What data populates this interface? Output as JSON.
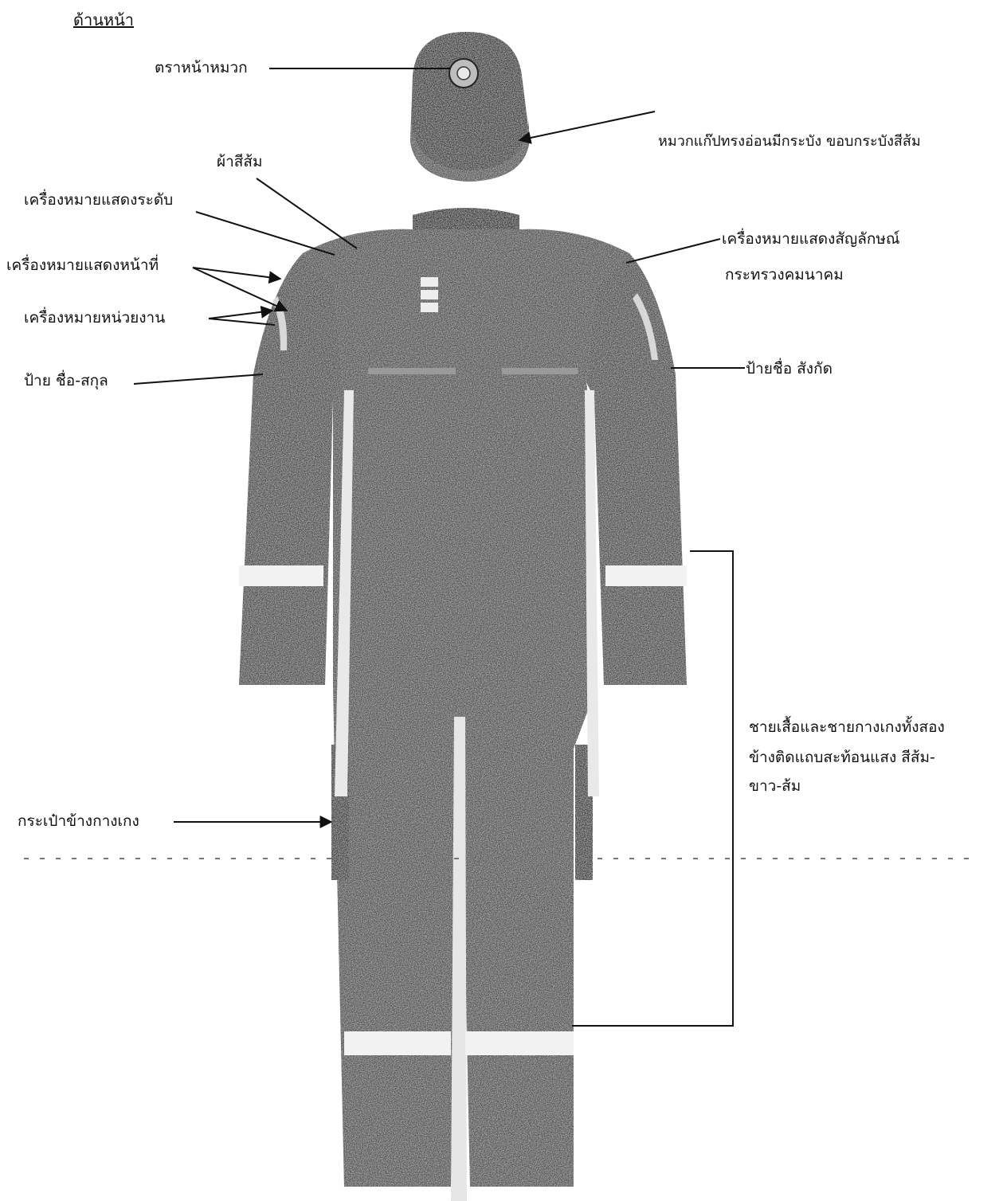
{
  "view_title": "ด้านหน้า",
  "labels": {
    "cap_badge": "ตราหน้าหมวก",
    "cap": "หมวกแก๊ปทรงอ่อนมีกระบัง ขอบกระบังสีส้ม",
    "orange_cloth": "ผ้าสีส้ม",
    "rank_insignia": "เครื่องหมายแสดงระดับ",
    "duty_insignia": "เครื่องหมายแสดงหน้าที่",
    "unit_insignia": "เครื่องหมายหน่วยงาน",
    "name_tag": "ป้าย ชื่อ-สกุล",
    "ministry_emblem_line1": "เครื่องหมายแสดงสัญลักษณ์",
    "ministry_emblem_line2": "กระทรวงคมนาคม",
    "affiliation_tag": "ป้ายชื่อ สังกัด",
    "reflective_line1": "ชายเสื้อและชายกางเกงทั้งสอง",
    "reflective_line2": "ข้างติดแถบสะท้อนแสง สีส้ม-",
    "reflective_line3": "ขาว-ส้ม",
    "side_pocket": "กระเป๋าข้างกางเกง"
  },
  "colors": {
    "garment": "#4d4d4d",
    "garment_dark": "#2f2f2f",
    "reflective_strip": "#f2f2f2",
    "leader_line": "#111111"
  }
}
